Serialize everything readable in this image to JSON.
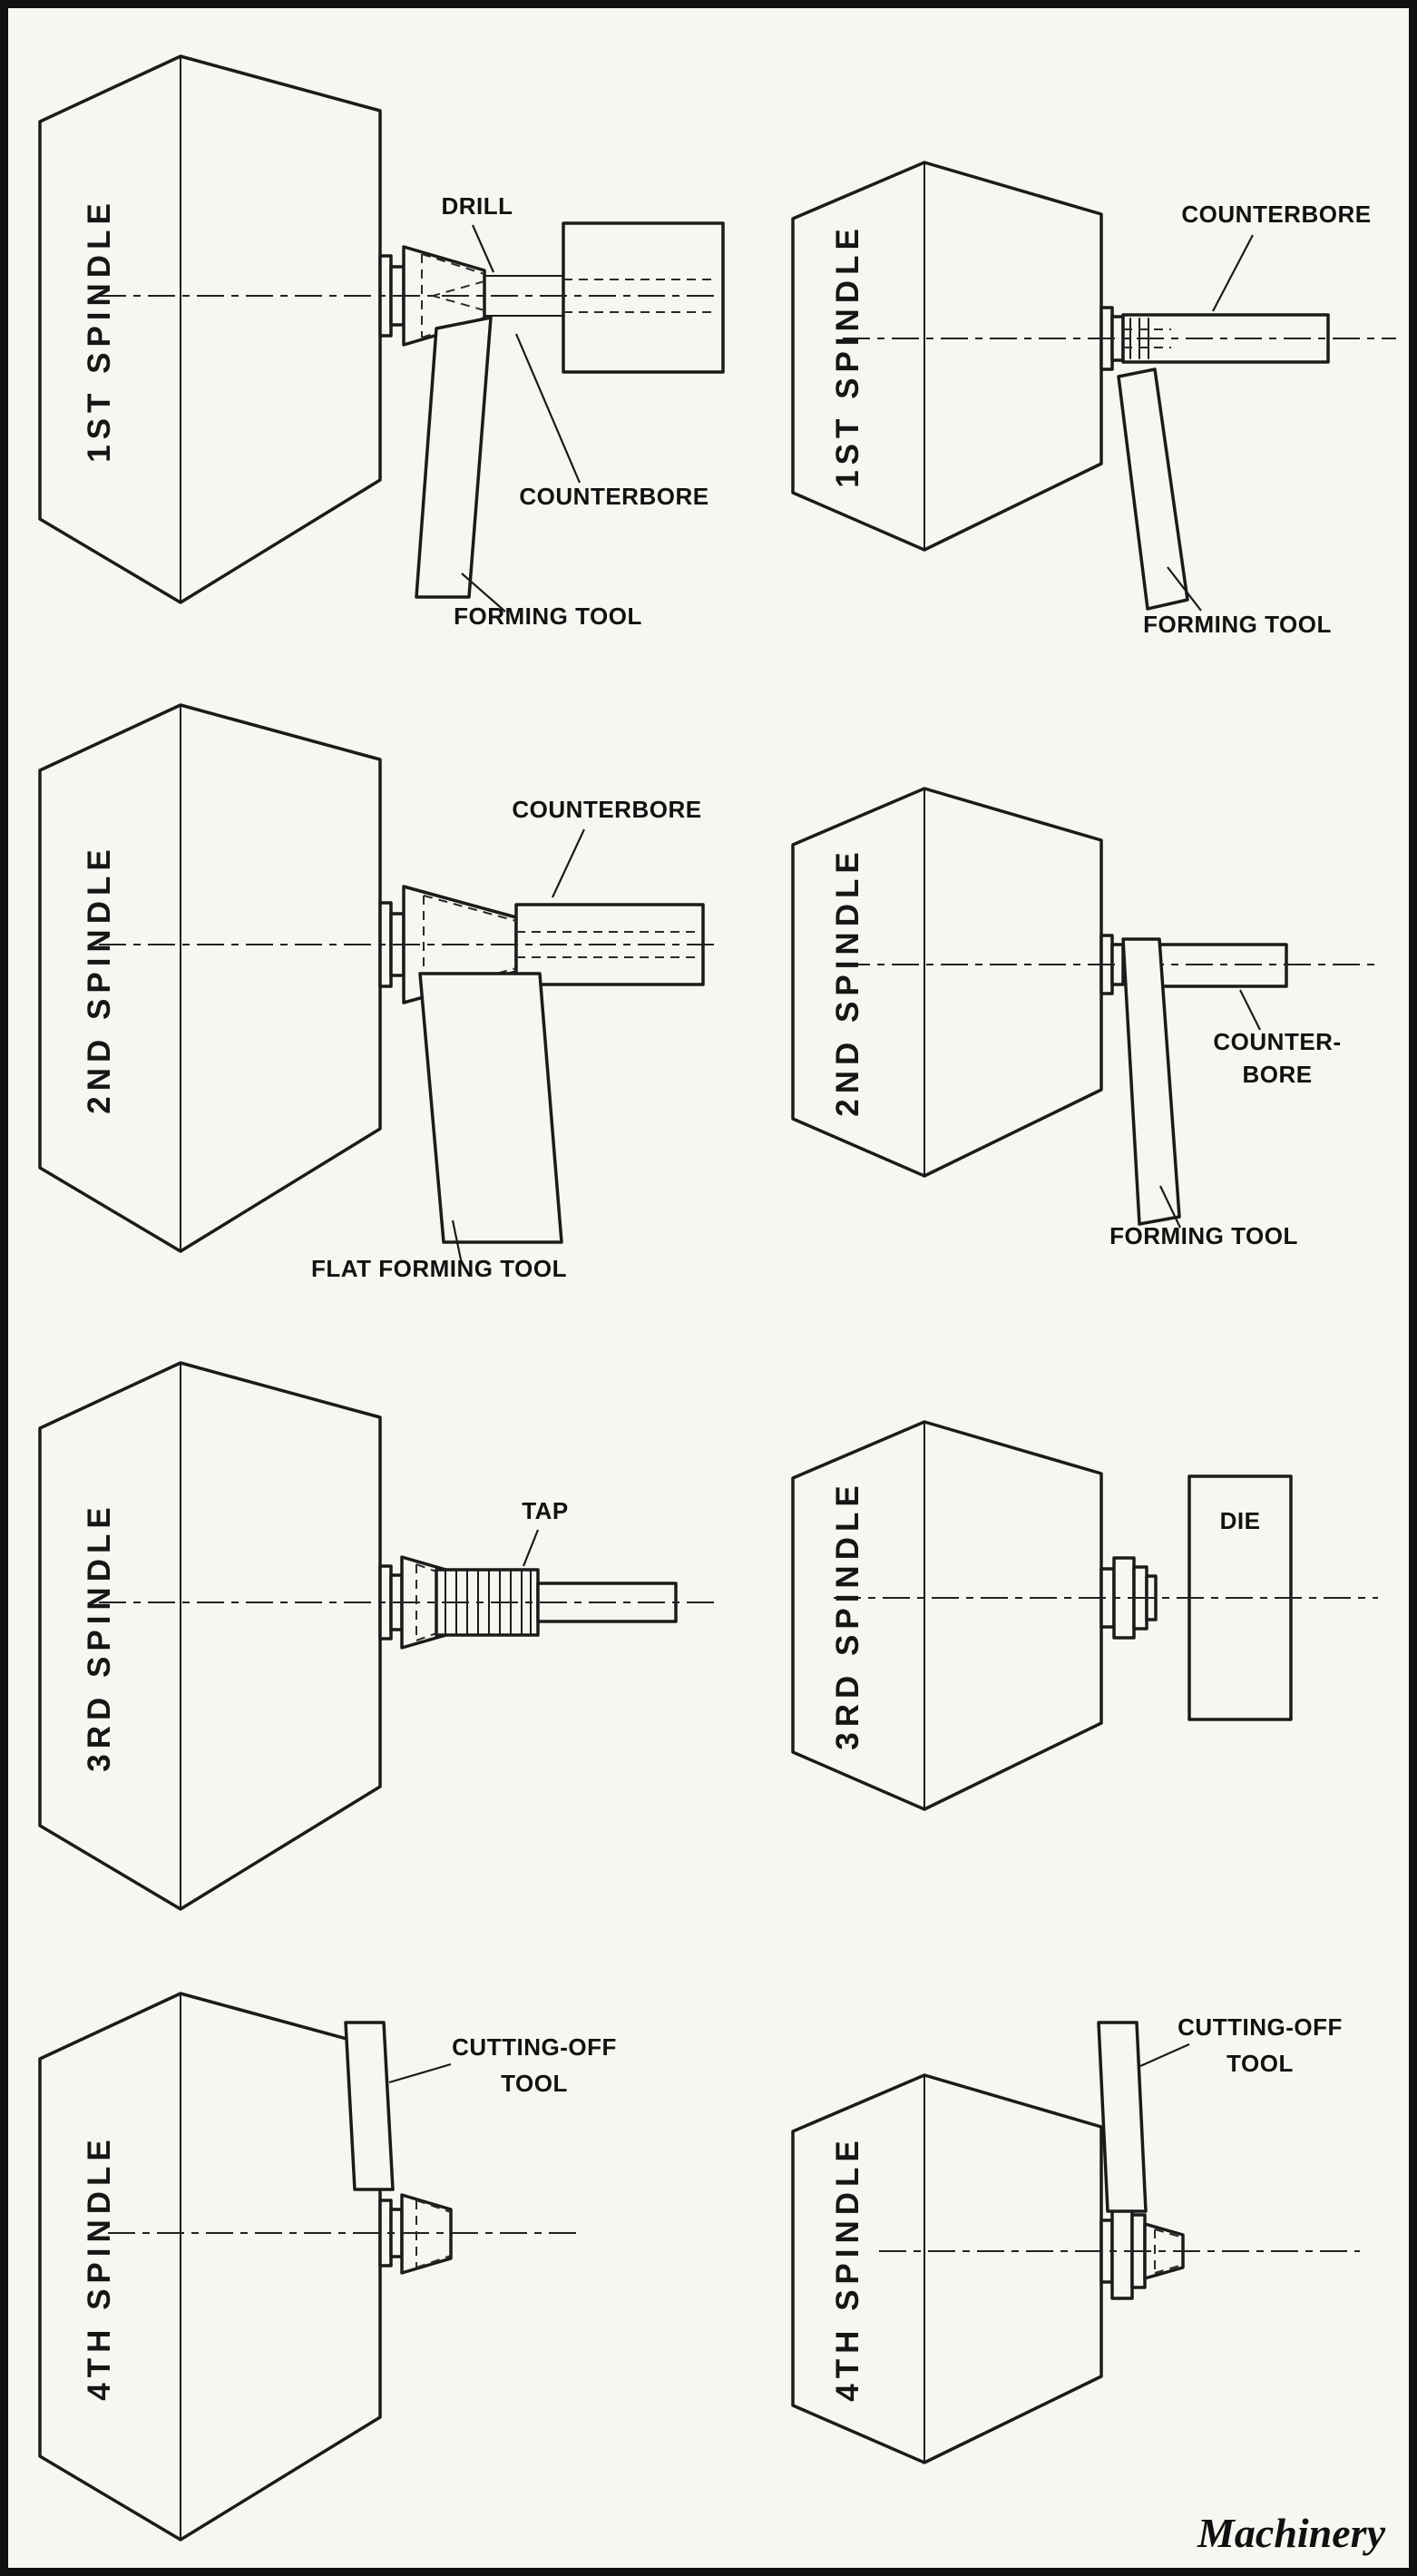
{
  "page": {
    "credit": "Machinery"
  },
  "panels": {
    "p1l": {
      "spindle": "1ST SPINDLE",
      "drill": "DRILL",
      "counterbore": "COUNTERBORE",
      "forming_tool": "FORMING TOOL"
    },
    "p1r": {
      "spindle": "1ST SPINDLE",
      "counterbore": "COUNTERBORE",
      "forming_tool": "FORMING TOOL"
    },
    "p2l": {
      "spindle": "2ND SPINDLE",
      "counterbore": "COUNTERBORE",
      "forming_tool": "FLAT FORMING TOOL"
    },
    "p2r": {
      "spindle": "2ND SPINDLE",
      "counterbore_line1": "COUNTER-",
      "counterbore_line2": "BORE",
      "forming_tool": "FORMING TOOL"
    },
    "p3l": {
      "spindle": "3RD SPINDLE",
      "tap": "TAP"
    },
    "p3r": {
      "spindle": "3RD SPINDLE",
      "die": "DIE"
    },
    "p4l": {
      "spindle": "4TH SPINDLE",
      "cutoff_line1": "CUTTING-OFF",
      "cutoff_line2": "TOOL"
    },
    "p4r": {
      "spindle": "4TH SPINDLE",
      "cutoff_line1": "CUTTING-OFF",
      "cutoff_line2": "TOOL"
    }
  }
}
